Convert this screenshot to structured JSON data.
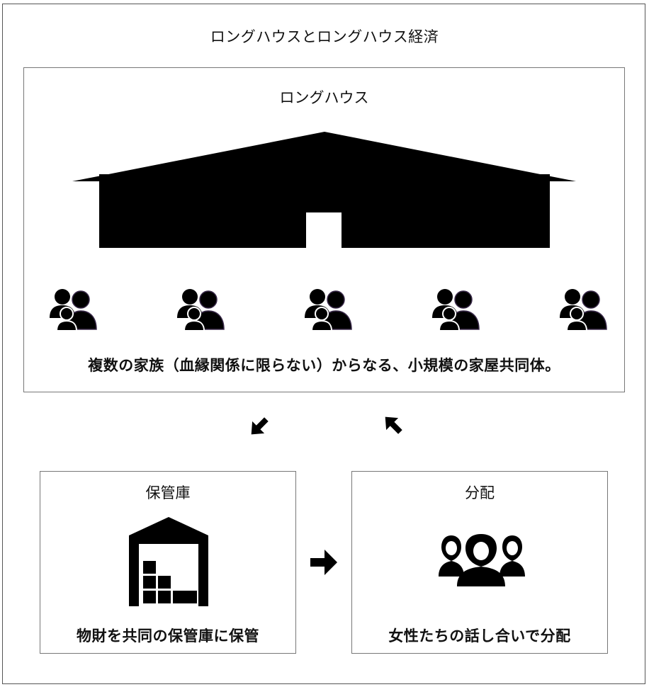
{
  "title": "ロングハウスとロングハウス経済",
  "longhouse": {
    "label": "ロングハウス",
    "caption": "複数の家族（血縁関係に限らない）からなる、小規模の家屋共同体。",
    "family_icon_count": 5
  },
  "storage": {
    "label": "保管庫",
    "caption": "物財を共同の保管庫に保管"
  },
  "distribution": {
    "label": "分配",
    "caption": "女性たちの話し合いで分配"
  },
  "colors": {
    "icon": "#000000",
    "border": "#777777",
    "accent_outline": "#3a2a4a"
  },
  "icons": {
    "longhouse": "longhouse-icon",
    "family": "family-group-icon",
    "warehouse": "warehouse-icon",
    "women": "women-group-icon",
    "arrow_down_left": "arrow-down-left-icon",
    "arrow_up_left": "arrow-up-left-icon",
    "arrow_right": "arrow-right-icon"
  }
}
